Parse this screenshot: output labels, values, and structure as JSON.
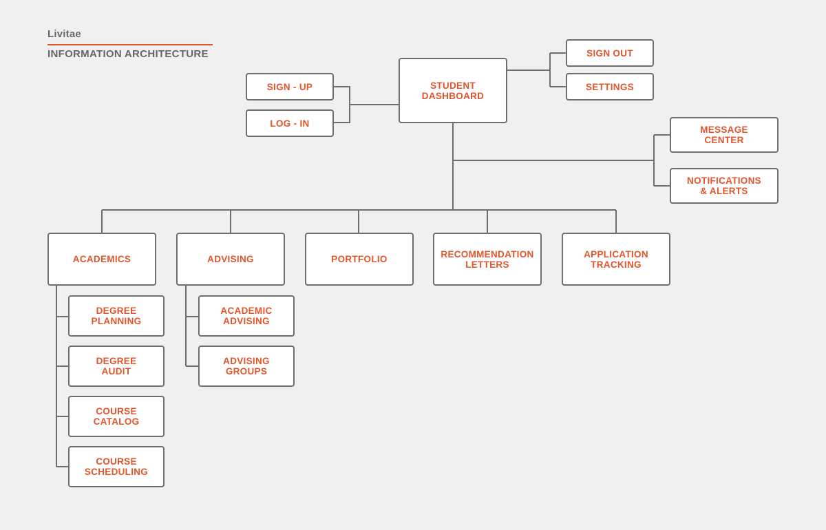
{
  "header": {
    "brand": "Livitae",
    "title": "INFORMATION ARCHITECTURE"
  },
  "colors": {
    "accent": "#e2542a",
    "connector": "#6e6e6e",
    "node_fill": "#ffffff",
    "background": "#f0f0f0"
  },
  "nodes": {
    "student_dashboard": "STUDENT\nDASHBOARD",
    "sign_up": "SIGN - UP",
    "log_in": "LOG - IN",
    "sign_out": "SIGN OUT",
    "settings": "SETTINGS",
    "message_center": "MESSAGE\nCENTER",
    "notifications_alerts": "NOTIFICATIONS\n& ALERTS",
    "academics": "ACADEMICS",
    "advising": "ADVISING",
    "portfolio": "PORTFOLIO",
    "recommendation_letters": "RECOMMENDATION\nLETTERS",
    "application_tracking": "APPLICATION\nTRACKING",
    "degree_planning": "DEGREE\nPLANNING",
    "degree_audit": "DEGREE\nAUDIT",
    "course_catalog": "COURSE\nCATALOG",
    "course_scheduling": "COURSE\nSCHEDULING",
    "academic_advising": "ACADEMIC\nADVISING",
    "advising_groups": "ADVISING\nGROUPS"
  }
}
